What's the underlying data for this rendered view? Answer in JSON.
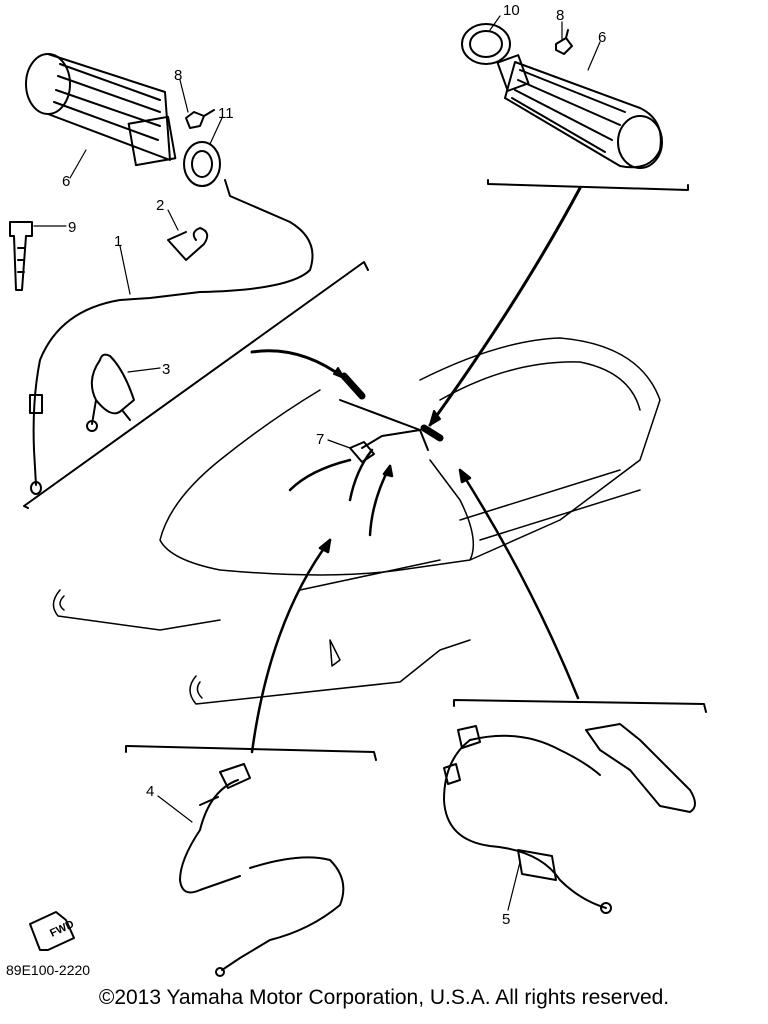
{
  "diagram": {
    "callouts": [
      {
        "id": "c10",
        "text": "10"
      },
      {
        "id": "c8a",
        "text": "8"
      },
      {
        "id": "c6a",
        "text": "6"
      },
      {
        "id": "c8b",
        "text": "8"
      },
      {
        "id": "c11",
        "text": "11"
      },
      {
        "id": "c6b",
        "text": "6"
      },
      {
        "id": "c2",
        "text": "2"
      },
      {
        "id": "c9",
        "text": "9"
      },
      {
        "id": "c1",
        "text": "1"
      },
      {
        "id": "c3",
        "text": "3"
      },
      {
        "id": "c7",
        "text": "7"
      },
      {
        "id": "c4",
        "text": "4"
      },
      {
        "id": "c5",
        "text": "5"
      }
    ],
    "fwd_label": "FWD",
    "diagram_code": "89E100-2220",
    "copyright": "©2013 Yamaha Motor Corporation, U.S.A. All rights reserved."
  }
}
